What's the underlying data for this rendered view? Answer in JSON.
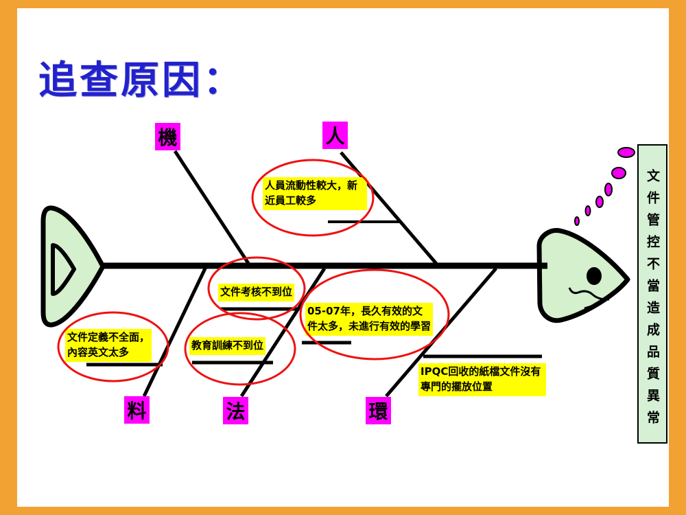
{
  "slide": {
    "title": "追查原因："
  },
  "diagram": {
    "type": "fishbone",
    "effect": "文件管控不當造成品質異常",
    "categories": [
      {
        "id": "machine",
        "label": "機"
      },
      {
        "id": "man",
        "label": "人"
      },
      {
        "id": "material",
        "label": "料"
      },
      {
        "id": "method",
        "label": "法"
      },
      {
        "id": "environment",
        "label": "環"
      }
    ],
    "causes": [
      {
        "text": "人員流動性較大，新近員工較多",
        "category": "人",
        "circled": true
      },
      {
        "text": "文件考核不到位",
        "category": "法",
        "circled": true
      },
      {
        "text": "05-07年，長久有效的文件太多，未進行有效的學習",
        "category": "法",
        "circled": true
      },
      {
        "text": "文件定義不全面，內容英文太多",
        "category": "料",
        "circled": true
      },
      {
        "text": "教育訓練不到位",
        "category": "法",
        "circled": true
      },
      {
        "text": "IPQC回收的紙檔文件沒有專門的擺放位置",
        "category": "環",
        "circled": false
      }
    ],
    "colors": {
      "frame": "#f2a232",
      "title": "#2222cc",
      "category_bg": "#ff00ff",
      "cause_highlight": "#ffff00",
      "circle_stroke": "#ee1111",
      "fish_fill": "#d4f0cc",
      "effect_bg": "#d5f0d5",
      "bones": "#000000"
    }
  }
}
